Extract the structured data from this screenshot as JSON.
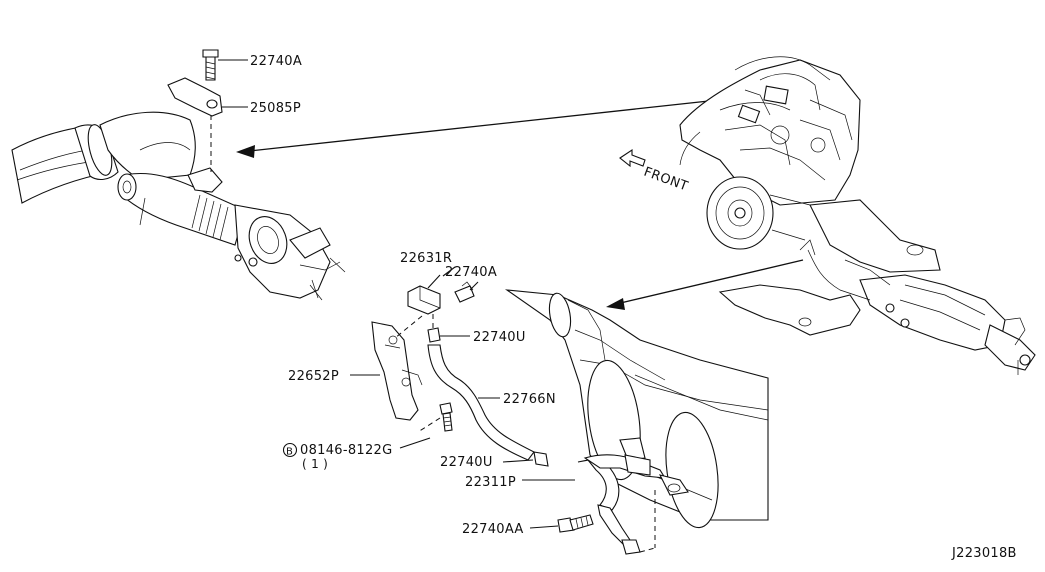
{
  "callouts": [
    {
      "id": "22740A-top",
      "text": "22740A"
    },
    {
      "id": "25085P",
      "text": "25085P"
    },
    {
      "id": "22631R",
      "text": "22631R"
    },
    {
      "id": "22740A-mid",
      "text": "22740A"
    },
    {
      "id": "22740U-top",
      "text": "22740U"
    },
    {
      "id": "22652P",
      "text": "22652P"
    },
    {
      "id": "22766N",
      "text": "22766N"
    },
    {
      "id": "08146-8122G",
      "text": "08146-8122G"
    },
    {
      "id": "qty",
      "text": "( 1 )"
    },
    {
      "id": "22740U-bot",
      "text": "22740U"
    },
    {
      "id": "22311P",
      "text": "22311P"
    },
    {
      "id": "22740AA",
      "text": "22740AA"
    }
  ],
  "bolt_marker": "B",
  "front_label": "FRONT",
  "diagram_id": "J223018B"
}
